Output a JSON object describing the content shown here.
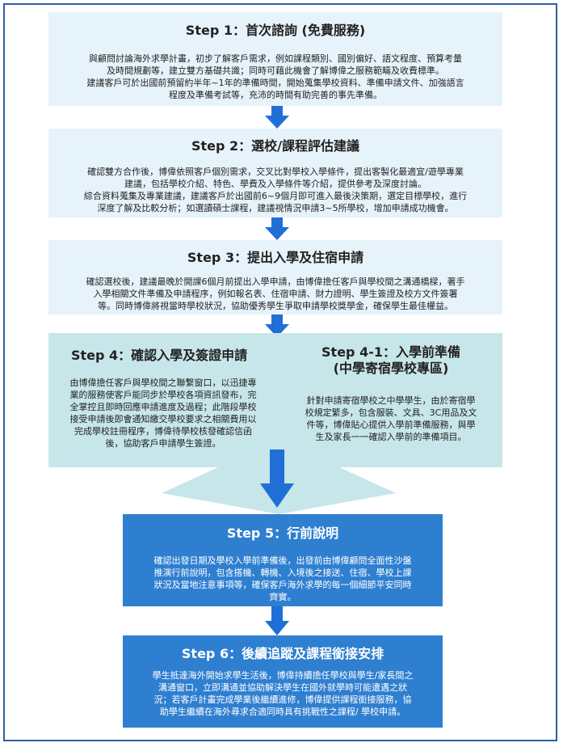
{
  "steps": {
    "step1": {
      "title": "Step 1：首次諮詢 (免費服務)",
      "lines": [
        "與顧問討論海外求學計畫，初步了解客戶需求，例如課程類別、國別偏好、語文程度、預算考量",
        "及時間規劃等，建立雙方基礎共識；同時可藉此機會了解博偉之服務範疇及收費標準。",
        "建議客戶可於出國前預留約半年~1年的準備時間，開始蒐集學校資料、準備申請文件、加強語言",
        "程度及準備考試等，充沛的時間有助完善的事先準備。"
      ]
    },
    "step2": {
      "title": "Step 2：選校/課程評估建議",
      "lines": [
        "確認雙方合作後，博偉依照客戶個別需求，交叉比對學校入學條件，提出客製化最適宜/遊學專業",
        "建議，包括學校介紹、特色、學費及入學條件等介紹，提供參考及深度討論。",
        "綜合資料蒐集及專業建議，建議客戶於出國前6~9個月即可進入最後決策期，選定目標學校，進行",
        "深度了解及比較分析；如選讀碩士課程，建議視情況申請3~5所學校，增加申請成功機會。"
      ]
    },
    "step3": {
      "title": "Step 3：提出入學及住宿申請",
      "lines": [
        "確認選校後，建議最晚於開課6個月前提出入學申請，由博偉擔任客戶與學校間之溝通橋樑，著手",
        "入學相關文件準備及申請程序，例如報名表、住宿申請、財力證明、學生簽證及校方文件簽署",
        "等。同時博偉將視當時學校狀況，協助優秀學生爭取申請學校獎學金，確保學生最佳權益。"
      ]
    },
    "step4": {
      "title": "Step 4：確認入學及簽證申請",
      "lines": [
        "由博偉擔任客戶與學校間之聯繫窗口，以迅捷專",
        "業的服務使客戶能同步於學校各項資訊發布，完",
        "全掌控且即時回應申請進度及過程；此階段學校",
        "接受申請後即會通知繳交學校要求之相關費用以",
        "完成學校註冊程序，博偉待學校核發確認信函",
        "後，協助客戶申請學生簽證。"
      ]
    },
    "step41": {
      "title_line1": "Step 4-1：入學前準備",
      "title_line2": "(中學寄宿學校專區)",
      "lines": [
        "針對申請寄宿學校之中學學生，由於寄宿學",
        "校規定繁多，包含服裝、文具、3C用品及文",
        "件等，博偉貼心提供入學前準備服務，與學",
        "生及家長一一確認入學前的準備項目。"
      ]
    },
    "step5": {
      "title": "Step 5：行前說明",
      "lines": [
        "確認出發日期及學校入學前準備後，出發前由博偉顧問全面性沙盤",
        "推演行前說明，包含搭機、轉機、入境後之接送、住宿、學校上課",
        "狀況及當地注意事項等，確保客戶海外求學的每一個細節平安同時",
        "齊實。"
      ]
    },
    "step6": {
      "title": "Step 6：後續追蹤及課程銜接安排",
      "lines": [
        "學生抵達海外開始求學生活後，博偉持續擔任學校與學生/家長間之",
        "溝通窗口，立即溝通並協助解決學生在國外就學時可能遭遇之狀",
        "況；若客戶計畫完成學業後繼續進修，博偉提供課程銜接服務，協",
        "助學生繼續在海外尋求合適同時具有挑戰性之課程/ 學校申請。"
      ]
    }
  },
  "colors": {
    "frame": "#2e5ea8",
    "light_box": "#e7f3fb",
    "teal_box": "#c7e6ea",
    "dark_box": "#2f7fd0",
    "arrow": "#1f6fd6"
  }
}
